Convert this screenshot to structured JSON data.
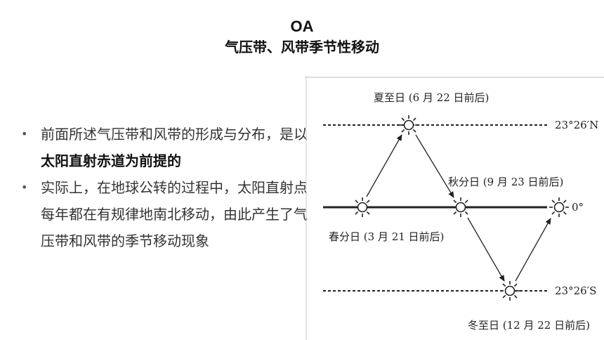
{
  "header": {
    "title": "OA",
    "subtitle": "气压带、风带季节性移动"
  },
  "content": {
    "bullet1_part1": "前面所述气压带和风带的形成与分布，是以",
    "bullet1_bold": "太阳直射赤道为前提的",
    "bullet2": "实际上，在地球公转的过程中，太阳直射点每年都在有规律地南北移动，由此产生了气压带和风带的季节移动现象",
    "bullet_glyph": "•"
  },
  "diagram": {
    "summer_solstice": "夏至日 (6 月 22 日前后)",
    "autumn_equinox": "秋分日 (9 月 23 日前后)",
    "spring_equinox": "春分日 (3 月 21 日前后)",
    "winter_solstice": "冬至日 (12 月 22 日前后)",
    "lat_north": "23°26′N",
    "lat_equator": "0°",
    "lat_south": "23°26′S"
  }
}
